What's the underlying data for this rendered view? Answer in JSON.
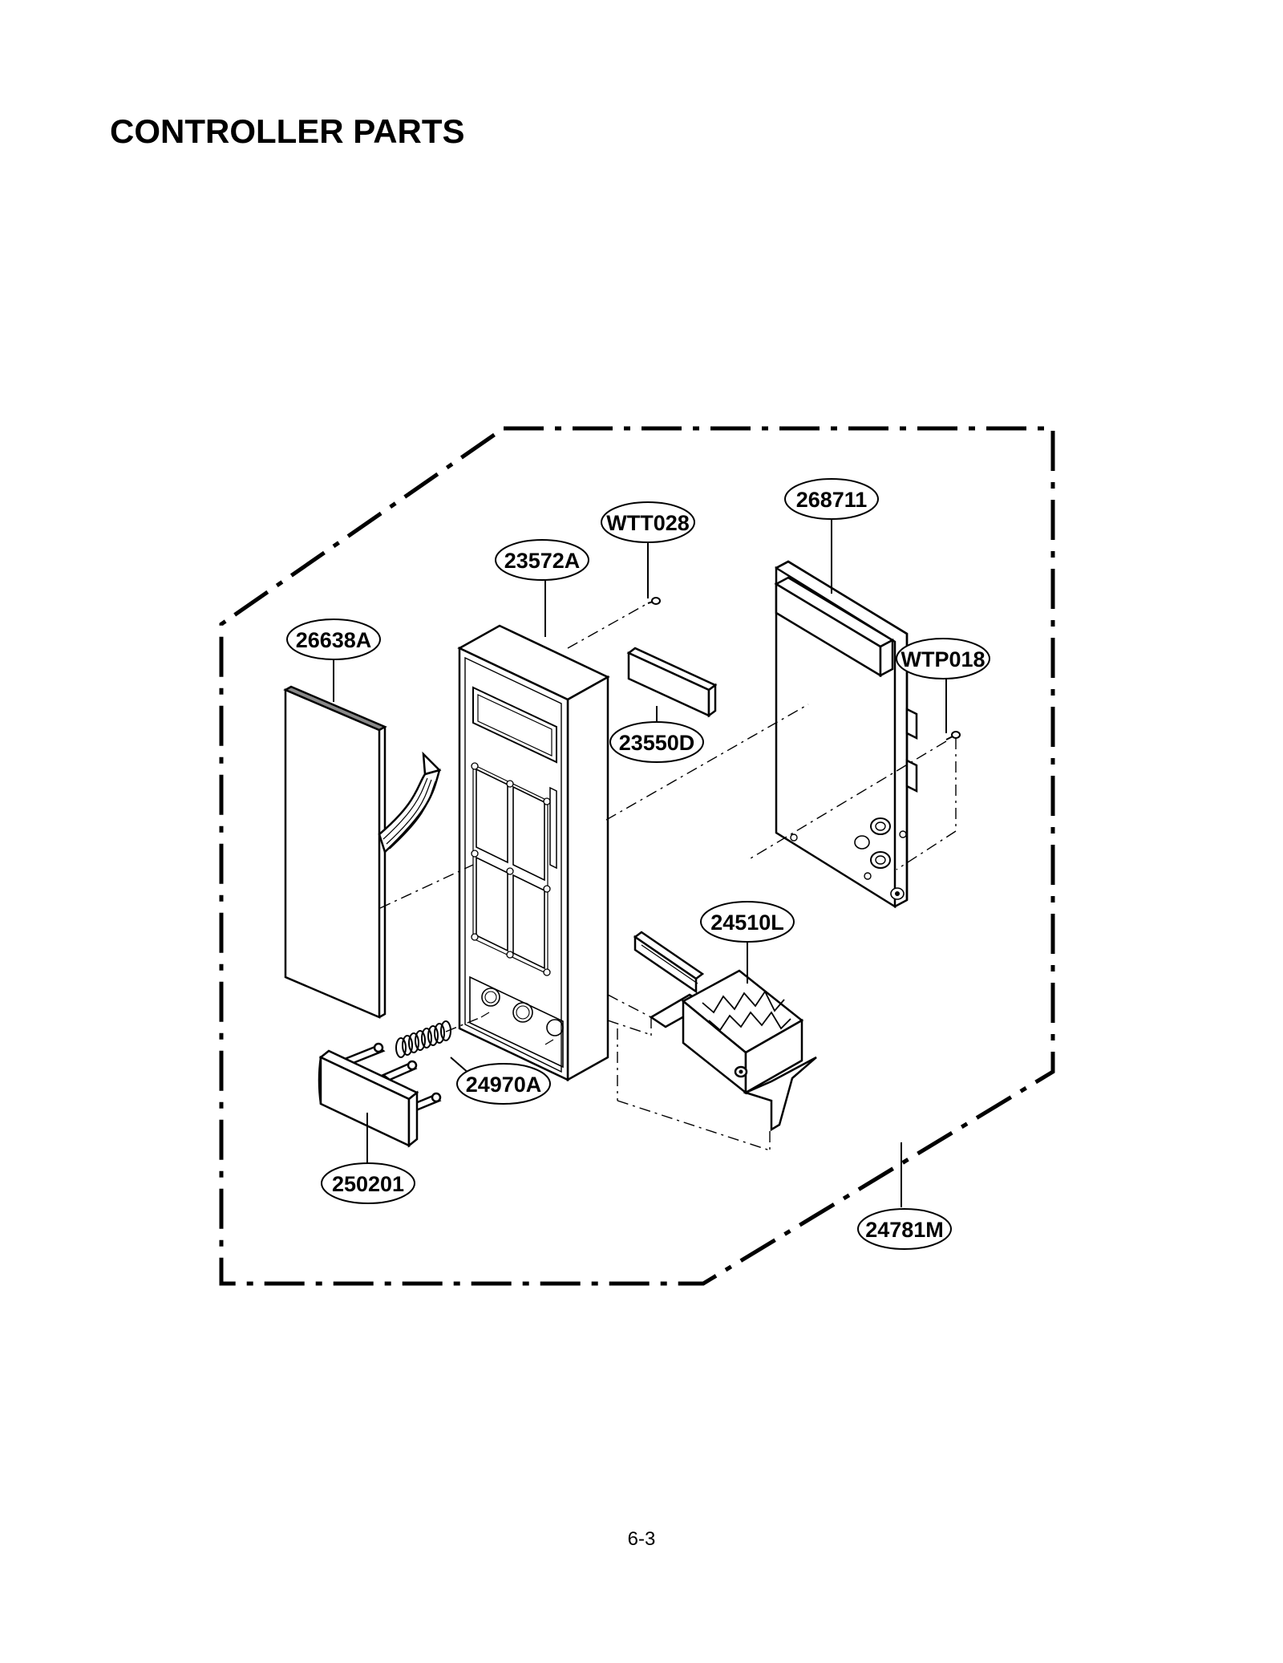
{
  "page": {
    "title": "CONTROLLER PARTS",
    "page_number": "6-3"
  },
  "parts": {
    "frame_assembly": "24781M",
    "panel_body": "23572A",
    "membrane_sheet": "26638A",
    "screw_top": "WTT028",
    "pcb_board": "268711",
    "screw_pcb": "WTP018",
    "window_sheet": "23550D",
    "door_lever": "24510L",
    "spring": "24970A",
    "push_button": "250201"
  }
}
